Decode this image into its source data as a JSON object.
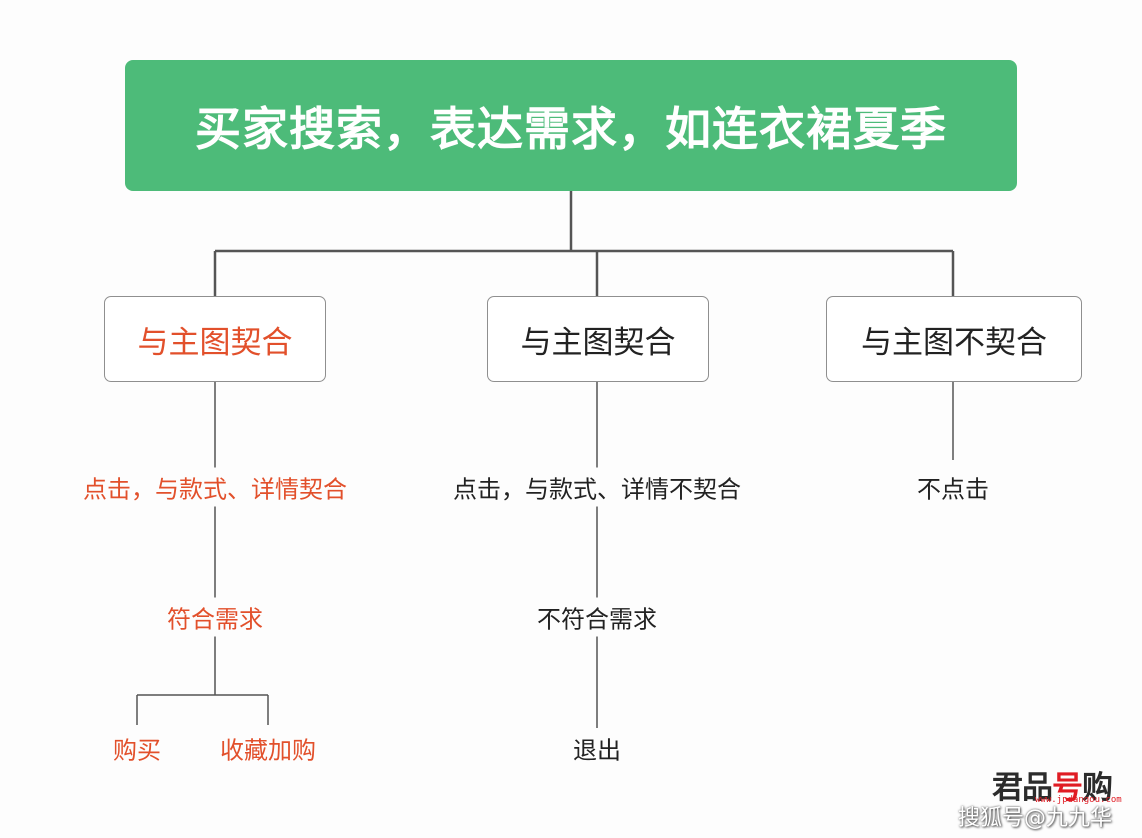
{
  "root": {
    "title": "买家搜索，表达需求，如连衣裙夏季"
  },
  "branches": [
    {
      "node": "与主图契合",
      "steps": [
        "点击，与款式、详情契合",
        "符合需求"
      ],
      "outcomes": [
        "购买",
        "收藏加购"
      ]
    },
    {
      "node": "与主图契合",
      "steps": [
        "点击，与款式、详情不契合",
        "不符合需求",
        "退出"
      ]
    },
    {
      "node": "与主图不契合",
      "steps": [
        "不点击"
      ]
    }
  ],
  "logo": {
    "text_a": "君品",
    "text_b": "号",
    "text_c": "购",
    "url": "www.jpdangou.com"
  },
  "watermark": "搜狐号@九九华",
  "colors": {
    "root": "#4dbb79",
    "highlight": "#e2502b",
    "line": "#555555"
  }
}
